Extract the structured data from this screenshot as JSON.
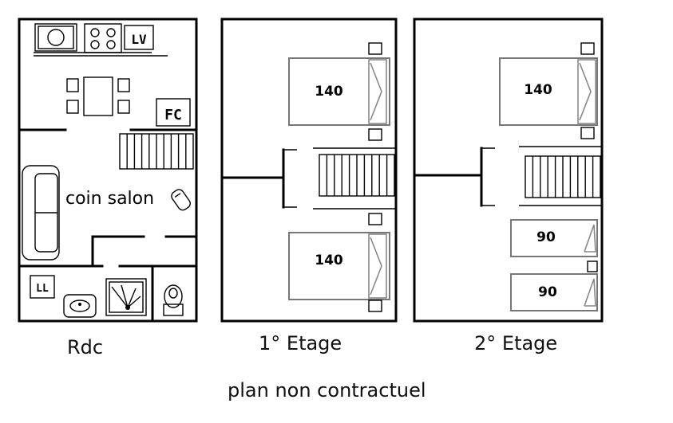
{
  "plans": {
    "rdc": {
      "caption": "Rdc",
      "room_label": "coin salon",
      "appliance_lv": "LV",
      "appliance_fc": "FC",
      "appliance_ll": "LL"
    },
    "etage1": {
      "caption": "1° Etage",
      "bed_top": "140",
      "bed_bottom": "140"
    },
    "etage2": {
      "caption": "2° Etage",
      "bed_top": "140",
      "bed_mid": "90",
      "bed_bottom": "90"
    }
  },
  "footer": "plan non contractuel"
}
